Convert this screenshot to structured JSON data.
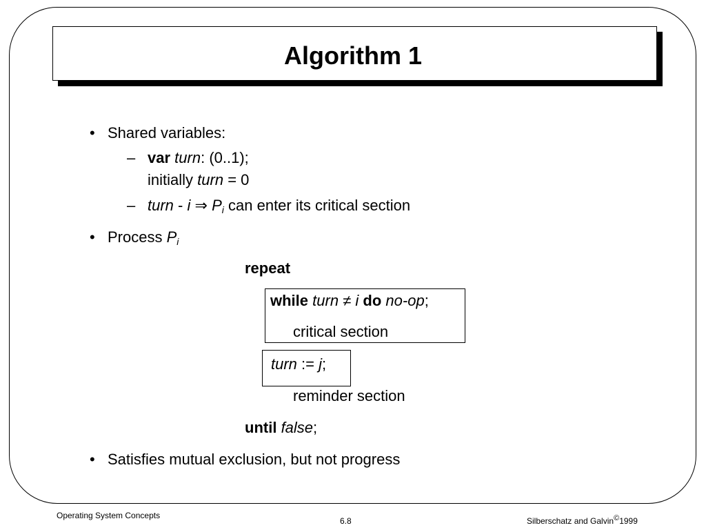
{
  "title": "Algorithm 1",
  "bullets": {
    "shared_label": "Shared variables:",
    "var_kw": "var",
    "var_name": "turn",
    "var_type": ": (0..1);",
    "init_text": "initially",
    "init_var": "turn",
    "init_value": "= 0",
    "cond_var": "turn",
    "cond_minus": "-",
    "cond_i": "i",
    "cond_implies": "⇒",
    "cond_p": "P",
    "cond_sub": "i",
    "cond_rest": "can enter its critical section",
    "process_label": "Process",
    "process_p": "P",
    "process_sub": "i",
    "satisfies": "Satisfies mutual exclusion, but not progress"
  },
  "code": {
    "repeat": "repeat",
    "while_kw": "while",
    "while_var": "turn",
    "neq": "≠",
    "while_i": "i",
    "do_kw": "do",
    "noop": "no-op",
    "semi": ";",
    "critical": "critical section",
    "assign_var": "turn",
    "assign_op": ":=",
    "assign_j": "j",
    "assign_semi": ";",
    "reminder": "reminder section",
    "until_kw": "until",
    "until_val": "false",
    "until_semi": ";"
  },
  "footer": {
    "left": "Operating System Concepts",
    "center": "6.8",
    "right": "Silberschatz and  Galvin",
    "copyright": "©",
    "year": "1999"
  }
}
